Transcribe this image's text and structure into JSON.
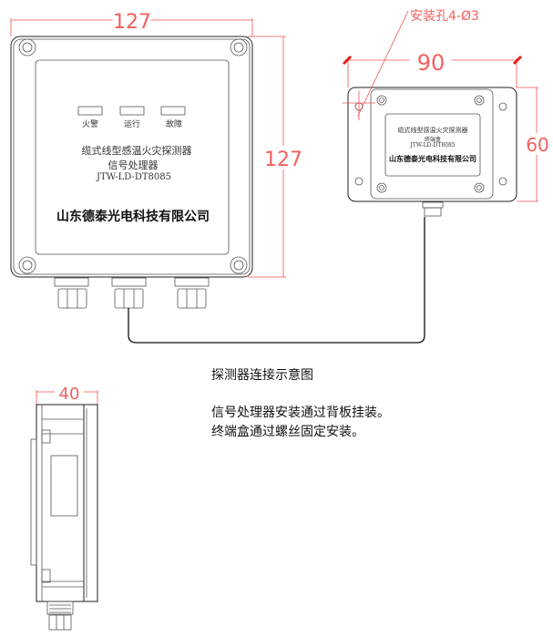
{
  "processor": {
    "indicators": [
      "火警",
      "运行",
      "故障"
    ],
    "title": "缆式线型感温火灾探测器",
    "subtitle": "信号处理器",
    "model": "JTW-LD-DT8085",
    "company": "山东德泰光电科技有限公司",
    "dim_width": "127",
    "dim_height": "127"
  },
  "terminal": {
    "title": "缆式线型感温火灾探测器",
    "subtitle": "终端盒",
    "model": "JTW-LD-DT8085",
    "company": "山东德泰光电科技有限公司",
    "dim_width": "90",
    "dim_height": "60",
    "mount_holes": "安装孔4-Ø3"
  },
  "side_view": {
    "dim_depth": "40"
  },
  "caption": "探测器连接示意图",
  "notes": [
    "信号处理器安装通过背板挂装。",
    "终端盒通过螺丝固定安装。"
  ],
  "colors": {
    "dimension": "#f06060",
    "outline": "#222222"
  }
}
